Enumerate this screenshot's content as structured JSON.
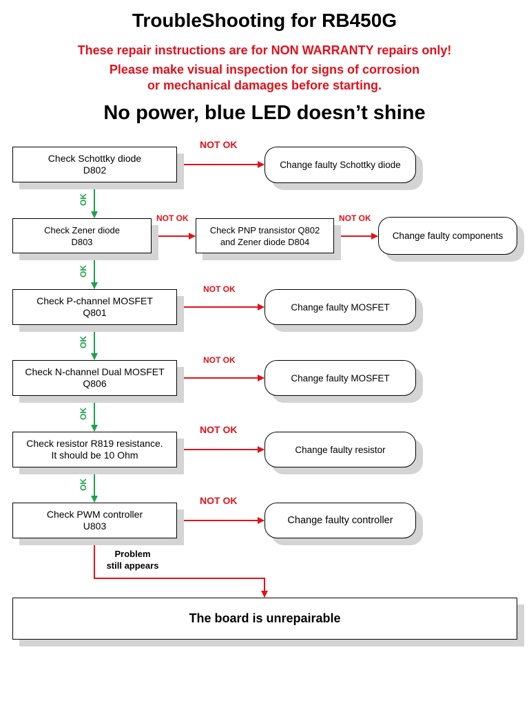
{
  "title": "TroubleShooting for RB450G",
  "warning": [
    "These repair instructions are for NON WARRANTY repairs only!",
    "Please make visual inspection for signs of corrosion",
    "or mechanical damages before starting."
  ],
  "subtitle": "No power, blue LED doesn’t shine",
  "checks": [
    {
      "line1": "Check Schottky diode",
      "line2": "D802"
    },
    {
      "line1": "Check Zener diode",
      "line2": "D803"
    },
    {
      "line1": "Check P-channel MOSFET",
      "line2": "Q801"
    },
    {
      "line1": "Check N-channel Dual MOSFET",
      "line2": "Q806"
    },
    {
      "line1": "Check resistor R819 resistance.",
      "line2": "It should be 10 Ohm"
    },
    {
      "line1": "Check PWM controller",
      "line2": "U803"
    }
  ],
  "pnp_check": {
    "line1": "Check PNP transistor Q802",
    "line2": "and Zener diode D804"
  },
  "actions": [
    "Change faulty Schottky diode",
    "Change faulty components",
    "Change faulty MOSFET",
    "Change faulty MOSFET",
    "Change faulty resistor",
    "Change faulty controller"
  ],
  "labels": {
    "not_ok": "NOT OK",
    "ok": "OK",
    "problem_line1": "Problem",
    "problem_line2": "still appears"
  },
  "final_box": "The board is unrepairable",
  "colors": {
    "red": "#e4101a",
    "green": "#1aa34a",
    "shadow": "#d4d4d4"
  }
}
